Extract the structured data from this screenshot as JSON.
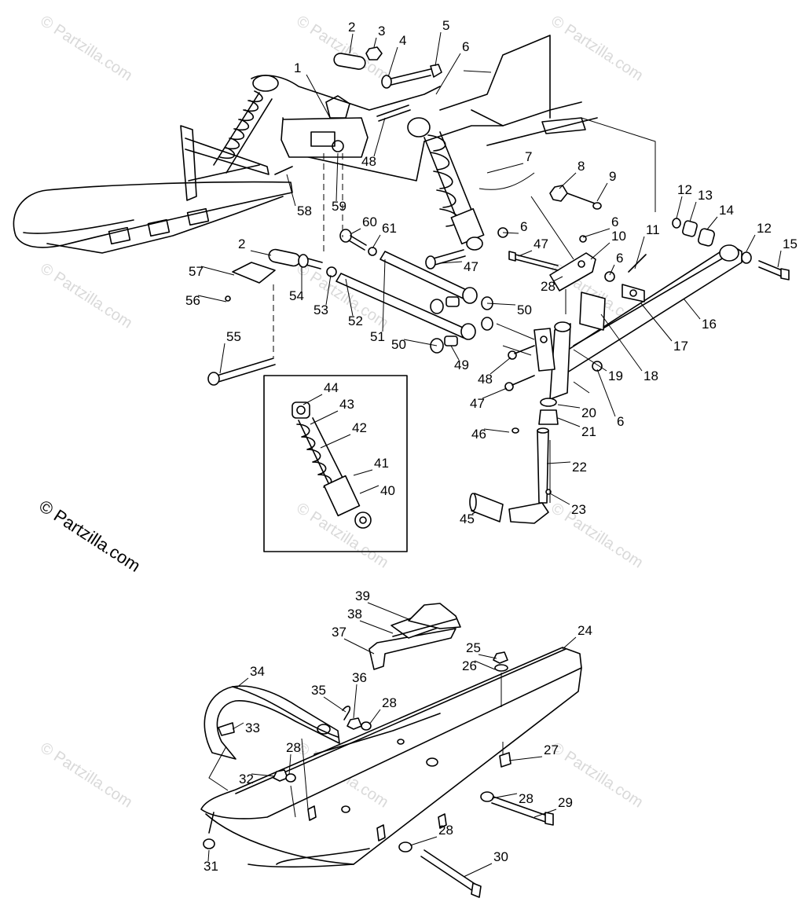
{
  "copyright": "© Partzilla.com",
  "watermark_text": "© Partzilla.com",
  "part_labels": [
    "1",
    "2",
    "3",
    "4",
    "5",
    "6",
    "7",
    "8",
    "9",
    "10",
    "11",
    "12",
    "13",
    "14",
    "15",
    "16",
    "17",
    "18",
    "19",
    "20",
    "21",
    "22",
    "23",
    "24",
    "25",
    "26",
    "27",
    "28",
    "29",
    "30",
    "31",
    "32",
    "33",
    "34",
    "35",
    "36",
    "37",
    "38",
    "39",
    "40",
    "41",
    "42",
    "43",
    "44",
    "45",
    "46",
    "47",
    "48",
    "49",
    "50",
    "51",
    "52",
    "53",
    "54",
    "55",
    "56",
    "57",
    "58",
    "59",
    "60",
    "61"
  ]
}
